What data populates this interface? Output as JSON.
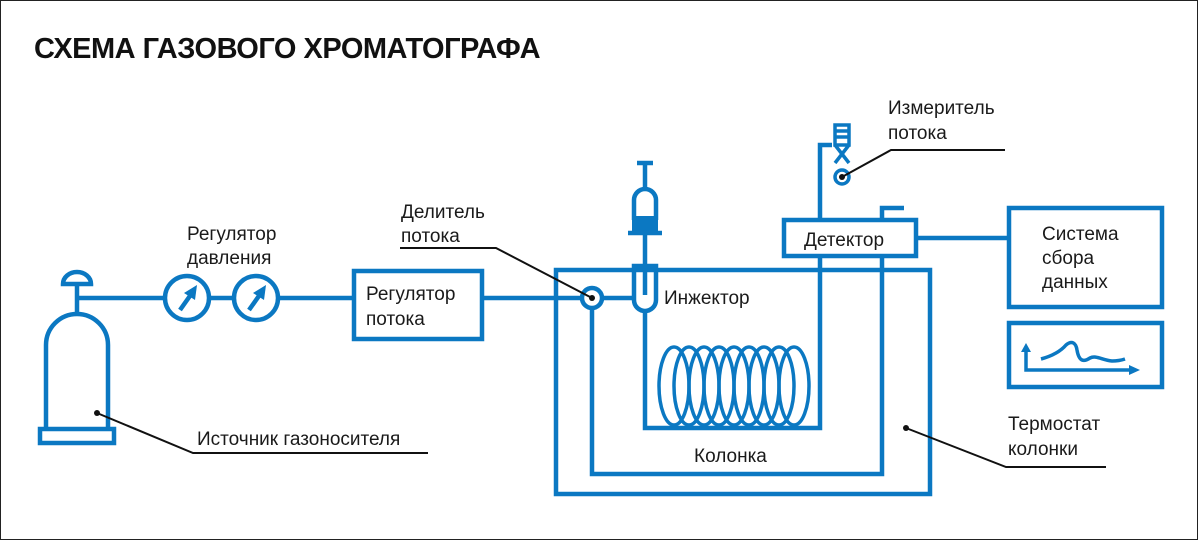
{
  "title": "СХЕМА ГАЗОВОГО ХРОМАТОГРАФА",
  "colors": {
    "accent": "#0b78c2",
    "text": "#1a1a1a",
    "leader": "#111111"
  },
  "labels": {
    "pressure_regulator": [
      "Регулятор",
      "давления"
    ],
    "flow_regulator": [
      "Регулятор",
      "потока"
    ],
    "flow_splitter": [
      "Делитель",
      "потока"
    ],
    "injector": "Инжектор",
    "flow_meter": [
      "Измеритель",
      "потока"
    ],
    "detector": "Детектор",
    "data_system": [
      "Система",
      "сбора",
      "данных"
    ],
    "column": "Колонка",
    "column_oven": [
      "Термостат",
      "колонки"
    ],
    "gas_source": "Источник газоносителя"
  },
  "icons": {
    "gas_cylinder": "gas-cylinder-icon",
    "pressure_gauge": "pressure-gauge-icon",
    "syringe": "syringe-icon",
    "flow_meter": "flow-meter-icon",
    "chromatogram": "chromatogram-icon",
    "coil": "column-coil-icon"
  }
}
